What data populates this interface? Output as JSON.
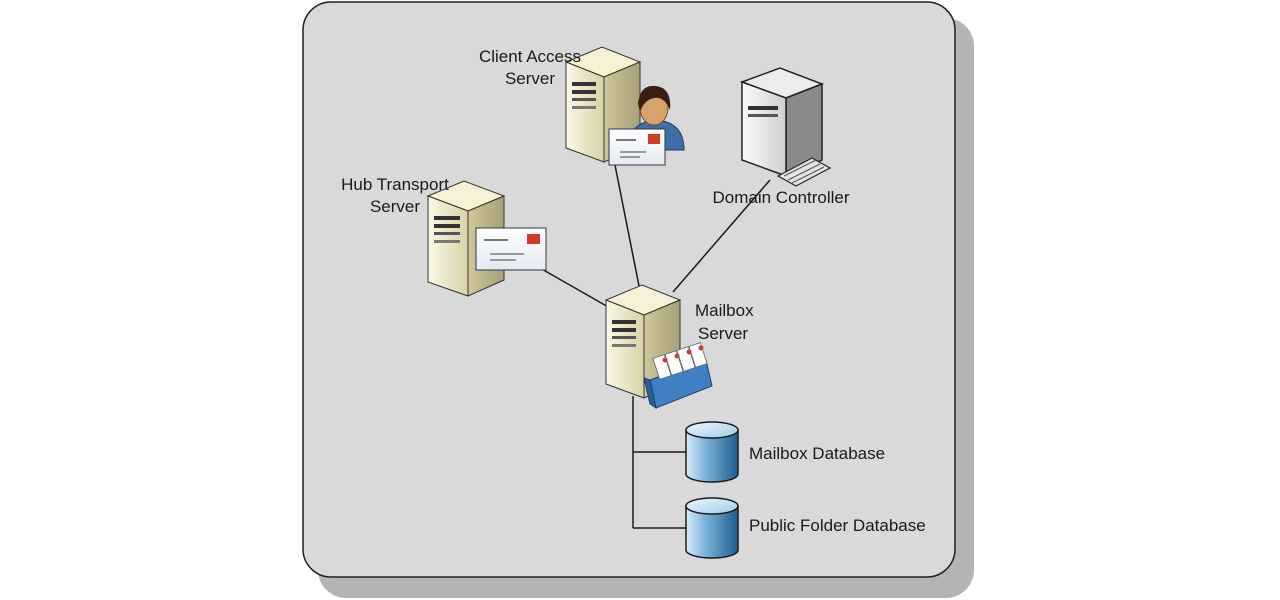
{
  "diagram": {
    "nodes": {
      "client_access": {
        "label_line1": "Client Access",
        "label_line2": "Server"
      },
      "domain_controller": {
        "label": "Domain Controller"
      },
      "hub_transport": {
        "label_line1": "Hub Transport",
        "label_line2": "Server"
      },
      "mailbox_server": {
        "label_line1": "Mailbox",
        "label_line2": "Server"
      },
      "mailbox_db": {
        "label": "Mailbox Database"
      },
      "public_folder_db": {
        "label": "Public Folder Database"
      }
    },
    "connections": [
      {
        "from": "hub_transport",
        "to": "mailbox_server"
      },
      {
        "from": "client_access",
        "to": "mailbox_server"
      },
      {
        "from": "domain_controller",
        "to": "mailbox_server"
      },
      {
        "from": "mailbox_server",
        "to": "mailbox_db"
      },
      {
        "from": "mailbox_server",
        "to": "public_folder_db"
      }
    ],
    "colors": {
      "panel": "#d9d9d9",
      "panel_border": "#1f1f1f",
      "shadow": "#b4b4b4",
      "server_body": "#efe9c8",
      "db_fill": "#2e6fa3",
      "envelope_flag": "#d23a2a",
      "line": "#1a1a1a"
    }
  }
}
